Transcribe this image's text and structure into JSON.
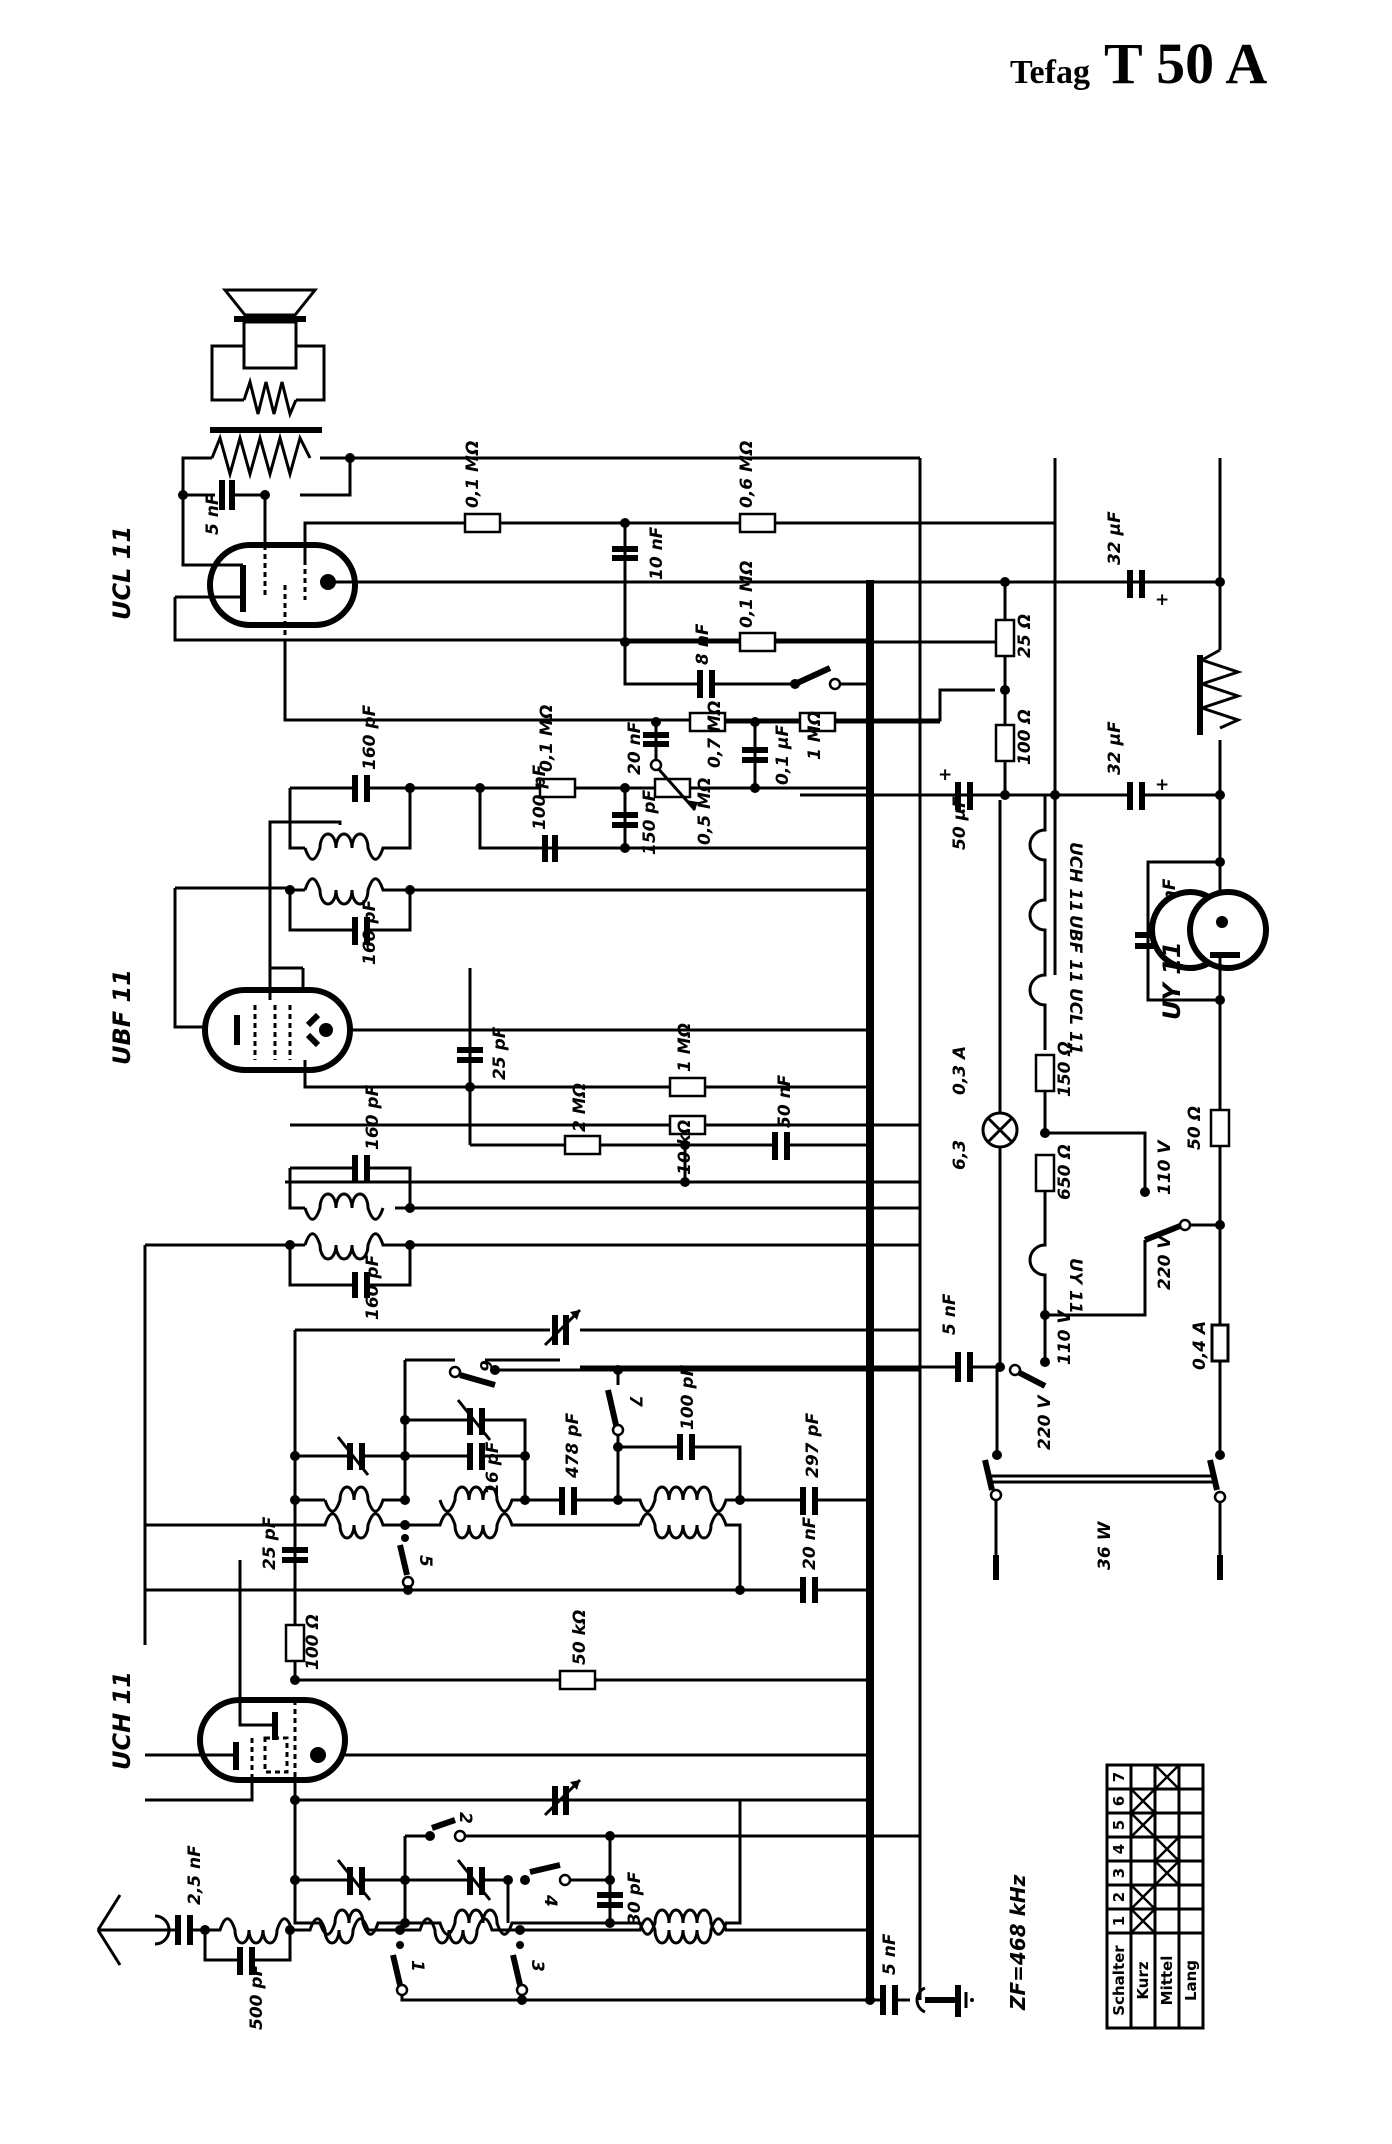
{
  "title": {
    "brand": "Tefag",
    "model": "T 50 A"
  },
  "tubes": {
    "output": "UCL 11",
    "if_amp": "UBF 11",
    "mixer": "UCH 11",
    "rectifier": "UY 11"
  },
  "audio_stage": {
    "c_speaker": "5 nF",
    "r_top1": "0,1 MΩ",
    "r_top2": "0,6 MΩ",
    "c_coupling": "10 nF",
    "r_mid": "0,1 MΩ",
    "c_tone": "8 nF",
    "c_20nf": "20 nF",
    "r_07": "0,7 MΩ",
    "c_01uf": "0,1 µF",
    "r_1m": "1 MΩ",
    "volume_pot": "0,5 MΩ",
    "c_150pf": "150 pF",
    "r_01_det": "0,1 MΩ",
    "c_100pf_det": "100 pF"
  },
  "if_stage": {
    "c_if1": "160 pF",
    "c_if2": "160 pF",
    "c_if3": "160 pF",
    "c_if4": "160 pF",
    "c_25pf": "25 pF",
    "r_1m": "1 MΩ",
    "r_2m": "2 MΩ",
    "r_10k": "10 kΩ",
    "c_50nf": "50 nF"
  },
  "power_supply": {
    "r_25": "25 Ω",
    "r_100": "100 Ω",
    "c_32a": "32 µF",
    "c_32b": "32 µF",
    "c_50uf": "50 µF",
    "heater_labels": [
      "UCH 11",
      "UBF 11",
      "UCL 11"
    ],
    "r_150": "150 Ω",
    "r_650": "650 Ω",
    "lamp_voltage": "6,3",
    "lamp_current": "0,3 A",
    "c_rect": "5 nF",
    "r_50": "50 Ω",
    "fuse": "0,4 A",
    "v110_a": "110 V",
    "v220_a": "220 V",
    "v110_b": "110 V",
    "v220_b": "220 V",
    "heater_uy11": "UY 11",
    "c_mains": "5 nF",
    "power": "36 W"
  },
  "rf_stage": {
    "c_16pf": "16 pF",
    "c_478pf": "478 pF",
    "c_100pf": "100 pF",
    "c_297pf": "297 pF",
    "c_20nf": "20 nF",
    "c_25pf": "25 pF",
    "r_100": "100 Ω",
    "r_50k": "50 kΩ",
    "c_30pf": "30 pF",
    "c_ant": "2,5 nF",
    "c_500pf": "500 pF",
    "c_gnd": "5 nF",
    "switch_numbers": [
      "1",
      "2",
      "3",
      "4",
      "5",
      "6",
      "7"
    ]
  },
  "if_frequency": "ZF=468 kHz",
  "switch_table": {
    "header": "Schalter",
    "columns": [
      "1",
      "2",
      "3",
      "4",
      "5",
      "6",
      "7"
    ],
    "rows": [
      {
        "label": "Kurz",
        "closed": [
          true,
          true,
          false,
          false,
          true,
          true,
          false
        ]
      },
      {
        "label": "Mittel",
        "closed": [
          false,
          false,
          true,
          true,
          false,
          false,
          true
        ]
      },
      {
        "label": "Lang",
        "closed": [
          false,
          false,
          false,
          false,
          false,
          false,
          false
        ]
      }
    ]
  }
}
